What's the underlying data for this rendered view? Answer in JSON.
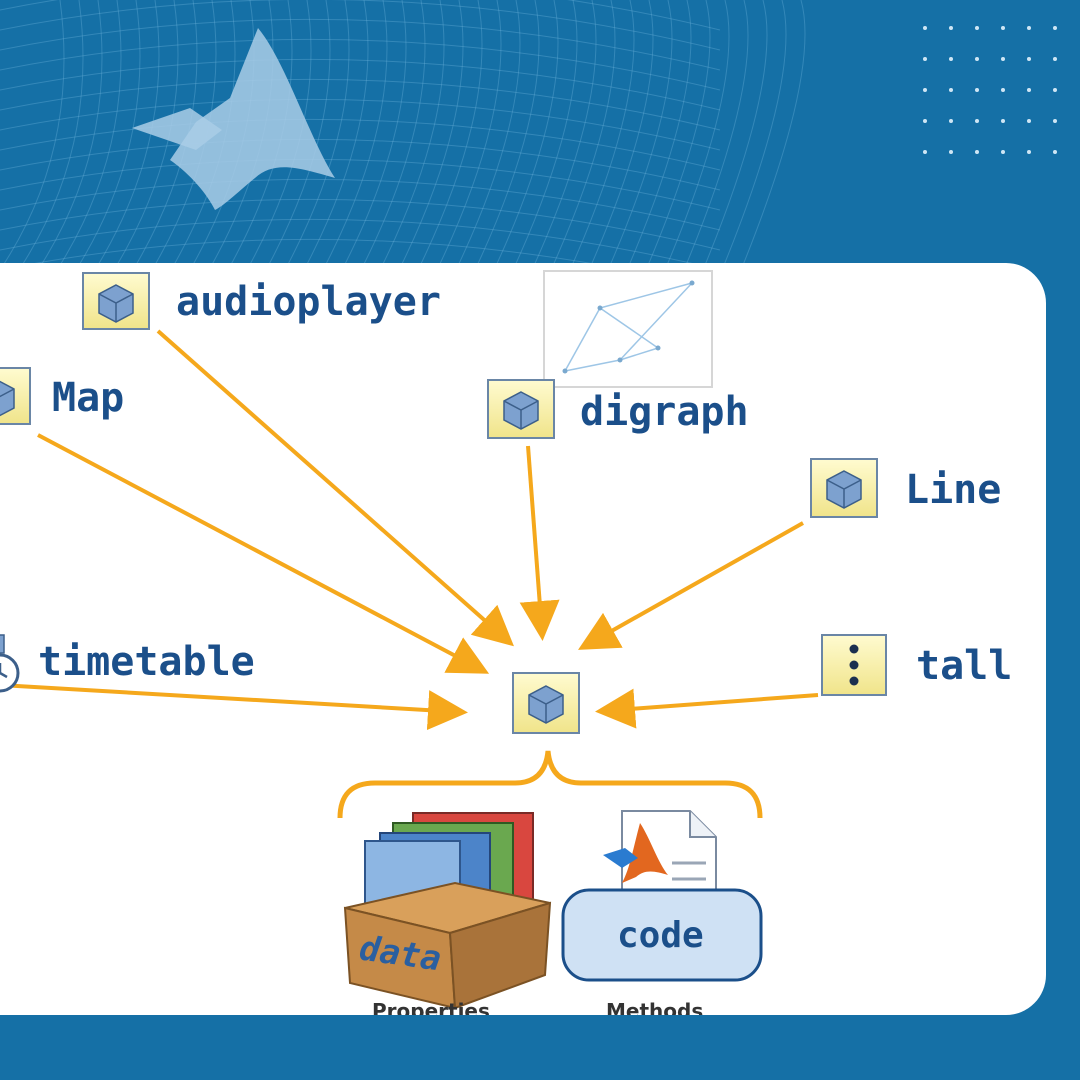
{
  "colors": {
    "background": "#1570a6",
    "card": "#ffffff",
    "arrow": "#f5a81c",
    "label": "#1b4f8a"
  },
  "nodes": [
    {
      "id": "audioplayer",
      "label": "audioplayer",
      "icon": "class-cube-icon"
    },
    {
      "id": "map",
      "label": "Map",
      "icon": "class-cube-icon"
    },
    {
      "id": "digraph",
      "label": "digraph",
      "icon": "class-cube-icon"
    },
    {
      "id": "line",
      "label": "Line",
      "icon": "class-cube-icon"
    },
    {
      "id": "timetable",
      "label": "timetable",
      "icon": "clock-icon"
    },
    {
      "id": "tall",
      "label": "tall",
      "icon": "tall-array-icon"
    }
  ],
  "center": {
    "icon": "class-cube-icon"
  },
  "data_box": {
    "label": "data",
    "caption": "Properties",
    "icon": "book-box-icon"
  },
  "code_box": {
    "label": "code",
    "caption": "Methods",
    "icon": "matlab-file-icon"
  },
  "logo": {
    "icon": "matlab-logo-icon"
  }
}
